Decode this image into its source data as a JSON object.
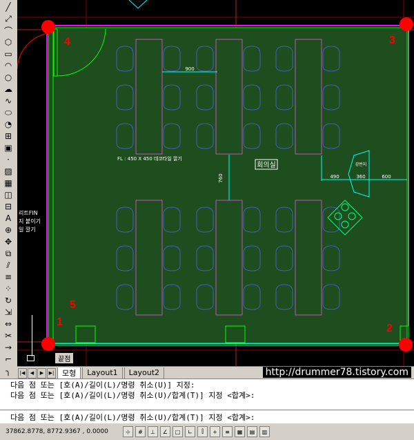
{
  "toolbar": {
    "tools": [
      "line-icon",
      "xline-icon",
      "polyline-icon",
      "polygon-icon",
      "rectangle-icon",
      "arc-icon",
      "circle-icon",
      "revcloud-icon",
      "spline-icon",
      "ellipse-icon",
      "ellipse-arc-icon",
      "insert-block-icon",
      "make-block-icon",
      "point-icon",
      "hatch-icon",
      "gradient-icon",
      "region-icon",
      "table-icon",
      "mtext-icon",
      "add-selected-icon",
      "move-icon",
      "copy-icon",
      "mirror-icon",
      "offset-icon",
      "array-icon",
      "rotate-icon",
      "scale-icon",
      "stretch-icon",
      "trim-icon",
      "extend-icon",
      "break-icon",
      "fillet-icon"
    ]
  },
  "drawing": {
    "dim_top": "900",
    "dim_vertical": "760",
    "dim_right": [
      "490",
      "360",
      "600"
    ],
    "floor_note": "FL : 450 X 450 데코타일 깔기",
    "room_name": "회의실",
    "cabinet_label": "강번지",
    "left_note": [
      "리트FIN",
      "지 붙이기",
      "일 깔기"
    ],
    "snap_label": "끝점",
    "corner_markers": [
      "1",
      "2",
      "3",
      "4",
      "5"
    ],
    "colors": {
      "room_fill": "#1e4d1e",
      "dim": "#00ffff",
      "wall": "#ff00ff",
      "marker": "#ff0000",
      "chair": "#3f5fbf"
    }
  },
  "tabs": {
    "model": "모형",
    "layout1": "Layout1",
    "layout2": "Layout2"
  },
  "watermark": "http://drummer78.tistory.com",
  "command": {
    "line1": "다음 점 또는 [호(A)/길이(L)/명령 취소(U)] 지정:",
    "line2": "다음 점 또는 [호(A)/길이(L)/명령 취소(U)/합계(T)] 지정 <합계>:",
    "line3": "다음 점 또는 [호(A)/길이(L)/명령 취소(U)/합계(T)] 지정 <합계>:"
  },
  "status": {
    "coordinates": "37862.8778, 8772.9367 , 0.0000",
    "buttons": [
      "snap-icon",
      "grid-icon",
      "ortho-icon",
      "polar-icon",
      "osnap-icon",
      "otrack-icon",
      "ducs-icon",
      "dyn-icon",
      "lwt-icon",
      "model-icon",
      "qp-icon",
      "sc-icon"
    ]
  }
}
